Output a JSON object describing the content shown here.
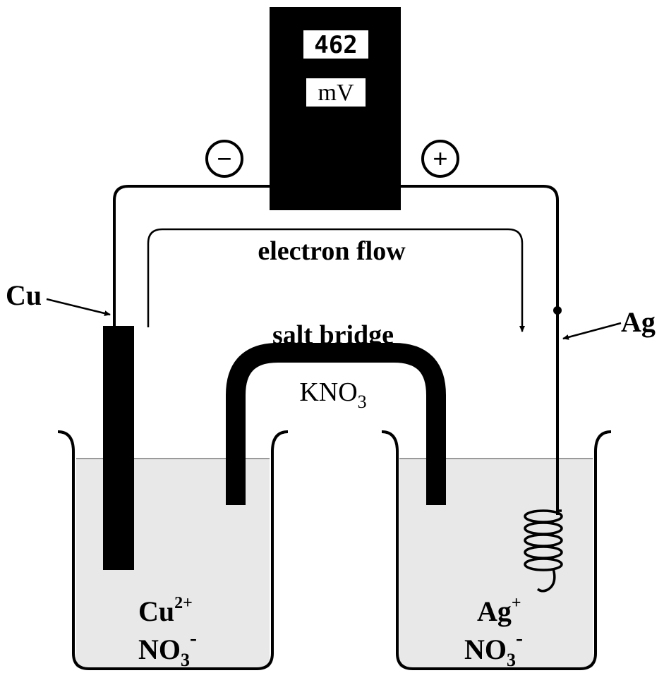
{
  "meter": {
    "reading": "462",
    "unit": "mV",
    "negative_terminal": "−",
    "positive_terminal": "+"
  },
  "labels": {
    "electron_flow": "electron flow",
    "salt_bridge": "salt bridge",
    "salt_formula_main": "KNO",
    "salt_formula_sub": "3",
    "left_electrode": "Cu",
    "right_electrode": "Ag",
    "left_ion_main": "Cu",
    "left_ion_sup": "2+",
    "left_anion_main": "NO",
    "left_anion_sub": "3",
    "left_anion_sup": "-",
    "right_ion_main": "Ag",
    "right_ion_sup": "+",
    "right_anion_main": "NO",
    "right_anion_sub": "3",
    "right_anion_sup": "-"
  },
  "colors": {
    "ink": "#000000",
    "solution": "#e8e8e8",
    "lcd": "#ffffff"
  }
}
